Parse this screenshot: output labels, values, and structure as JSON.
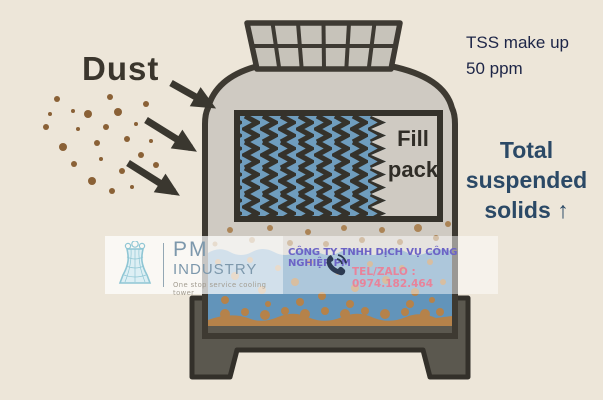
{
  "labels": {
    "dust": "Dust",
    "tss_makeup": [
      "TSS make up",
      "50 ppm"
    ],
    "fill_pack": [
      "Fill",
      "pack"
    ],
    "total_suspended": [
      "Total",
      "suspended",
      "solids ↑"
    ]
  },
  "watermark": {
    "brand_top": "PM",
    "brand_bottom": "INDUSTRY",
    "tagline": "One stop service cooling tower",
    "company": "CÔNG TY TNHH DỊCH VỤ CÔNG NGHIỆP PM",
    "contact": "TEL/ZALO : 0974.182.464"
  },
  "colors": {
    "background": "#ede6d9",
    "outline": "#3e3a32",
    "tower_fill": "#cfcac2",
    "pack_blue": "#6f9dbe",
    "water_blue": "#6294ba",
    "sediment_brown": "#b5824a",
    "dust_brown": "#8a6136",
    "basin_grey": "#5b584f",
    "text_navy": "#1d2547",
    "text_blue": "#2b4966",
    "watermark_purple": "#6c63c6",
    "watermark_pink": "#e8839a",
    "logo_blue": "#8fc6d4"
  }
}
